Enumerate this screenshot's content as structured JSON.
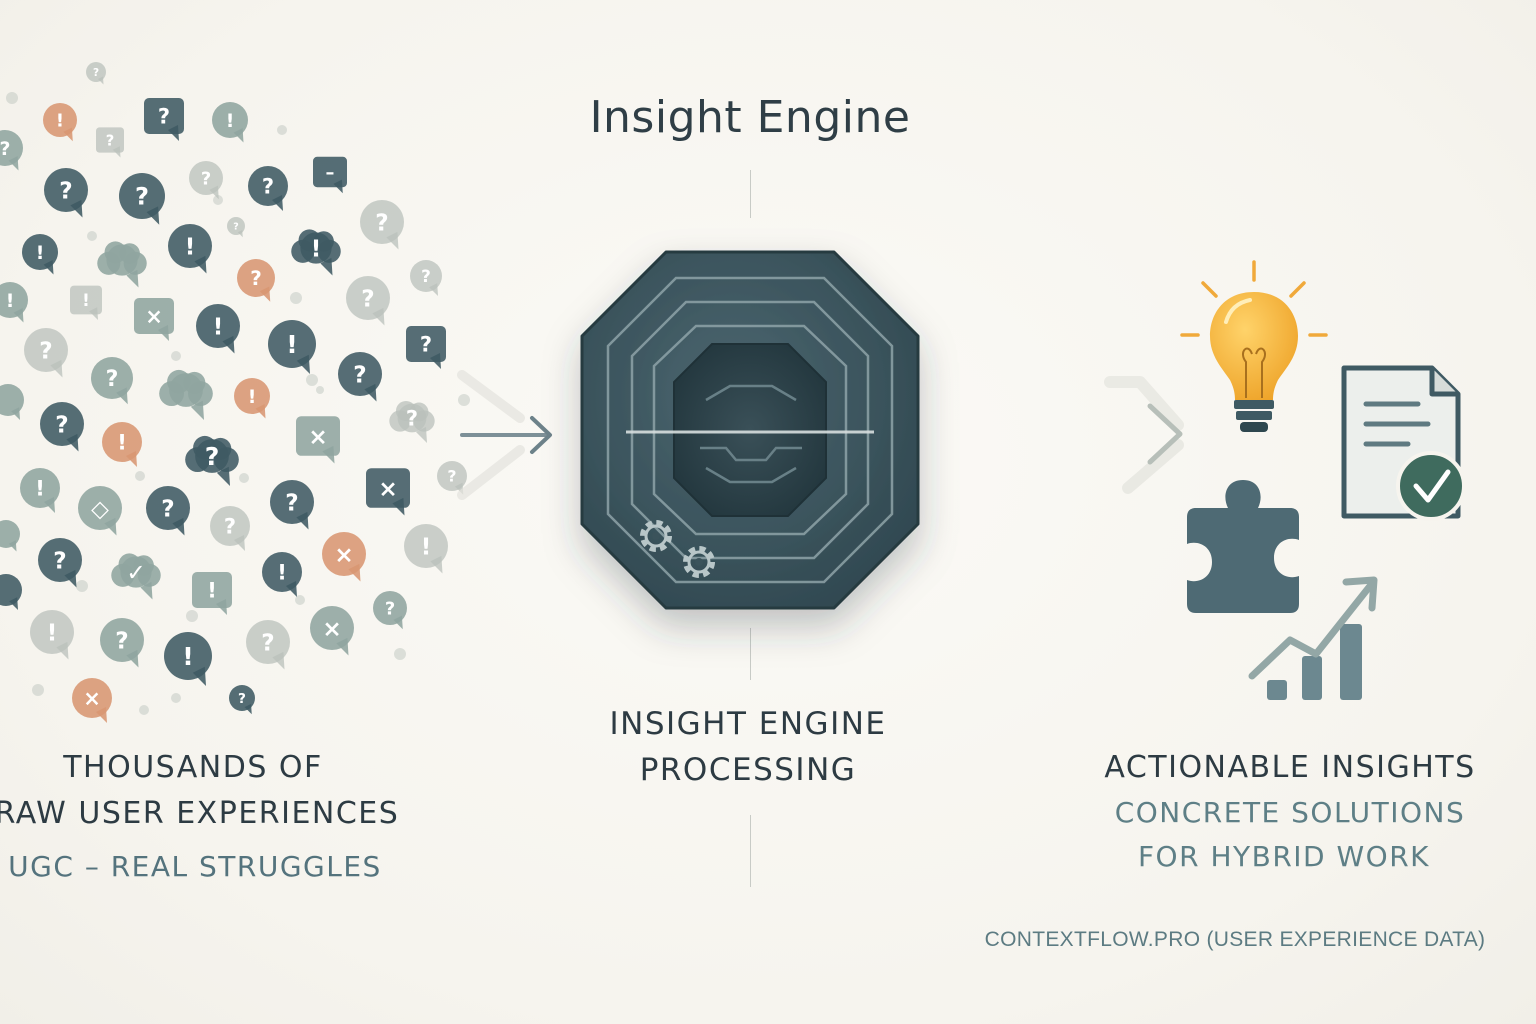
{
  "title": "Insight Engine",
  "input": {
    "line1": "THOUSANDS OF",
    "line2": "RAW USER EXPERIENCES",
    "line3": "UGC – REAL STRUGGLES"
  },
  "process": {
    "line1": "INSIGHT ENGINE",
    "line2": "PROCESSING"
  },
  "output": {
    "line1": "ACTIONABLE INSIGHTS",
    "line2": "CONCRETE SOLUTIONS",
    "line3": "FOR HYBRID WORK"
  },
  "footer": "CONTEXTFLOW.PRO (USER EXPERIENCE DATA)",
  "colors": {
    "dark_teal": "#3f5a63",
    "sage": "#8fa59f",
    "gray": "#b9c0bb",
    "terracotta": "#d89672",
    "bulb_yellow": "#f4b23a",
    "check_green": "#3f6b5e"
  },
  "icons": [
    "question-bubble-icon",
    "exclamation-bubble-icon",
    "cross-bubble-icon",
    "cloud-bubble-icon",
    "gear-icon",
    "lightbulb-icon",
    "document-check-icon",
    "puzzle-piece-icon",
    "growth-chart-icon",
    "arrow-right-icon"
  ]
}
